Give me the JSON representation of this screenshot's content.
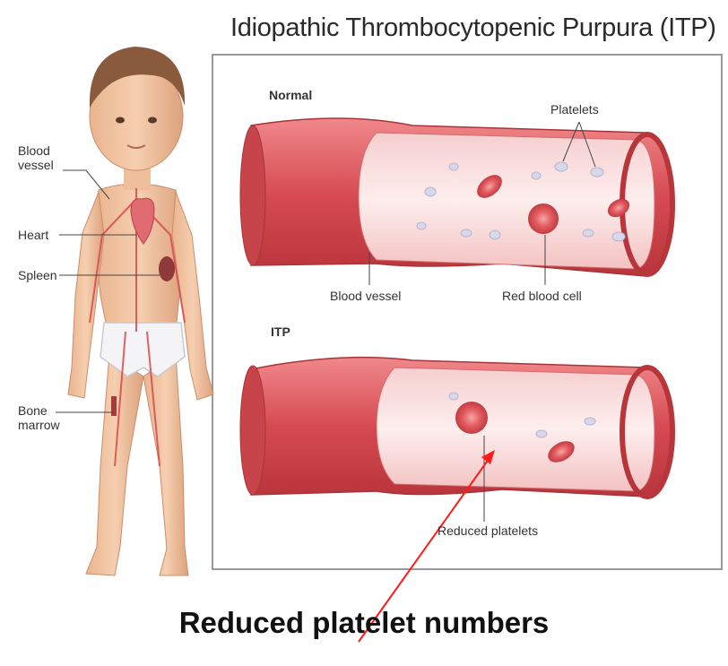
{
  "title": "Idiopathic Thrombocytopenic Purpura (ITP)",
  "caption": "Reduced platelet numbers",
  "body_labels": {
    "blood_vessel": "Blood vessel",
    "heart": "Heart",
    "spleen": "Spleen",
    "bone_marrow": "Bone marrow"
  },
  "normal_panel": {
    "heading": "Normal",
    "platelets": "Platelets",
    "blood_vessel": "Blood vessel",
    "red_blood_cell": "Red blood cell"
  },
  "itp_panel": {
    "heading": "ITP",
    "reduced_platelets": "Reduced platelets"
  },
  "colors": {
    "vessel": "#d9565a",
    "vessel_light": "#f2a7a9",
    "interior": "#fbe7e6",
    "rbc": "#e0585c",
    "platelet": "#d9d9ec",
    "arrow": "#ff1a1a"
  }
}
